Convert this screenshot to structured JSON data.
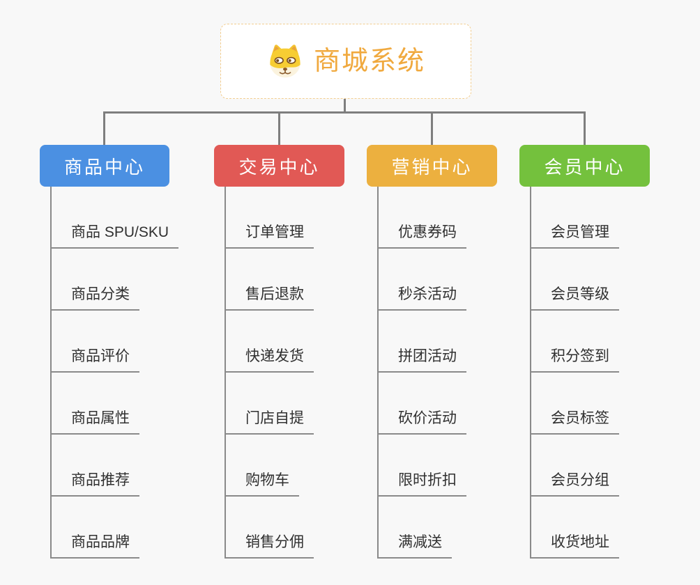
{
  "root": {
    "title": "商城系统",
    "icon": "dog-face-icon"
  },
  "branches": [
    {
      "label": "商品中心",
      "color": "#4b90e2",
      "children": [
        "商品 SPU/SKU",
        "商品分类",
        "商品评价",
        "商品属性",
        "商品推荐",
        "商品品牌"
      ]
    },
    {
      "label": "交易中心",
      "color": "#e15955",
      "children": [
        "订单管理",
        "售后退款",
        "快递发货",
        "门店自提",
        "购物车",
        "销售分佣"
      ]
    },
    {
      "label": "营销中心",
      "color": "#ecb03f",
      "children": [
        "优惠券码",
        "秒杀活动",
        "拼团活动",
        "砍价活动",
        "限时折扣",
        "满减送"
      ]
    },
    {
      "label": "会员中心",
      "color": "#74c13d",
      "children": [
        "会员管理",
        "会员等级",
        "积分签到",
        "会员标签",
        "会员分组",
        "收货地址"
      ]
    }
  ],
  "colors": {
    "background": "#f8f8f8",
    "root_text": "#f0a93e",
    "root_border": "#f2cd8f",
    "connector": "#7e7e7e",
    "child_line": "#8a8a8a",
    "child_text": "#303030"
  }
}
